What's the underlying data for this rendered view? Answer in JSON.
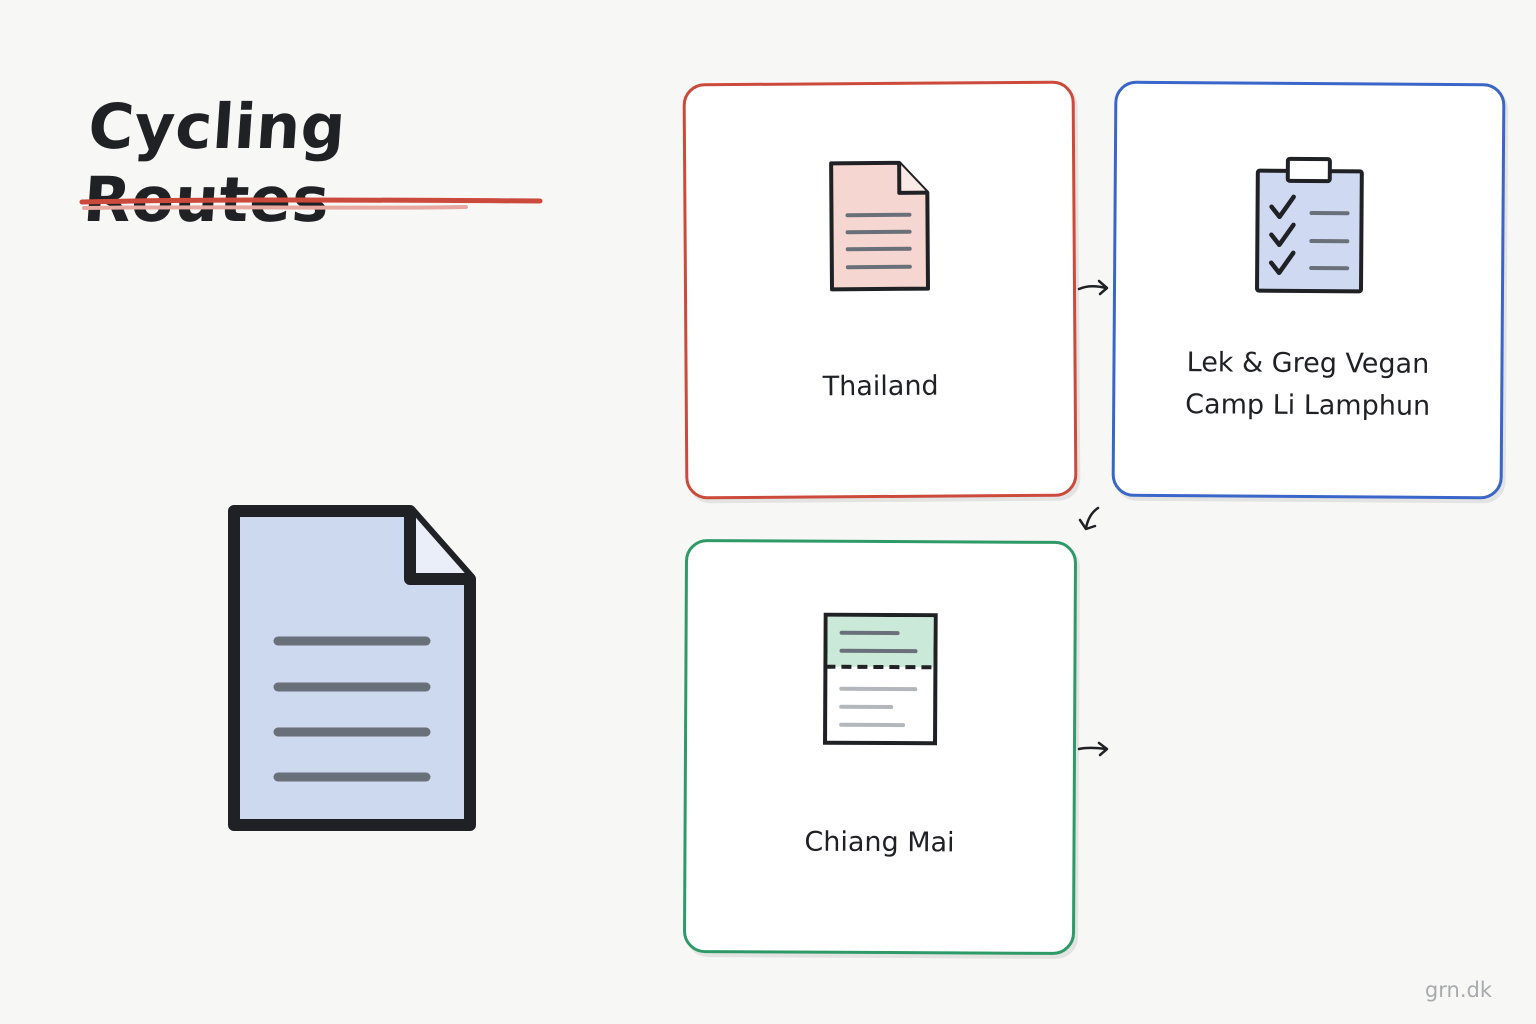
{
  "title": "Cycling Routes",
  "colors": {
    "accent_red": "#cc4a3b",
    "accent_blue": "#3a65c9",
    "accent_green": "#2e9a68",
    "ink": "#1f2125"
  },
  "cards": [
    {
      "label": "Thailand",
      "icon": "document-icon",
      "border_color": "#cc4a3b"
    },
    {
      "label_lines": [
        "Lek & Greg Vegan",
        "Camp Li Lamphun"
      ],
      "icon": "clipboard-checklist-icon",
      "border_color": "#3a65c9"
    },
    {
      "label": "Chiang Mai",
      "icon": "table-sheet-icon",
      "border_color": "#2e9a68"
    }
  ],
  "watermark": "grn.dk"
}
